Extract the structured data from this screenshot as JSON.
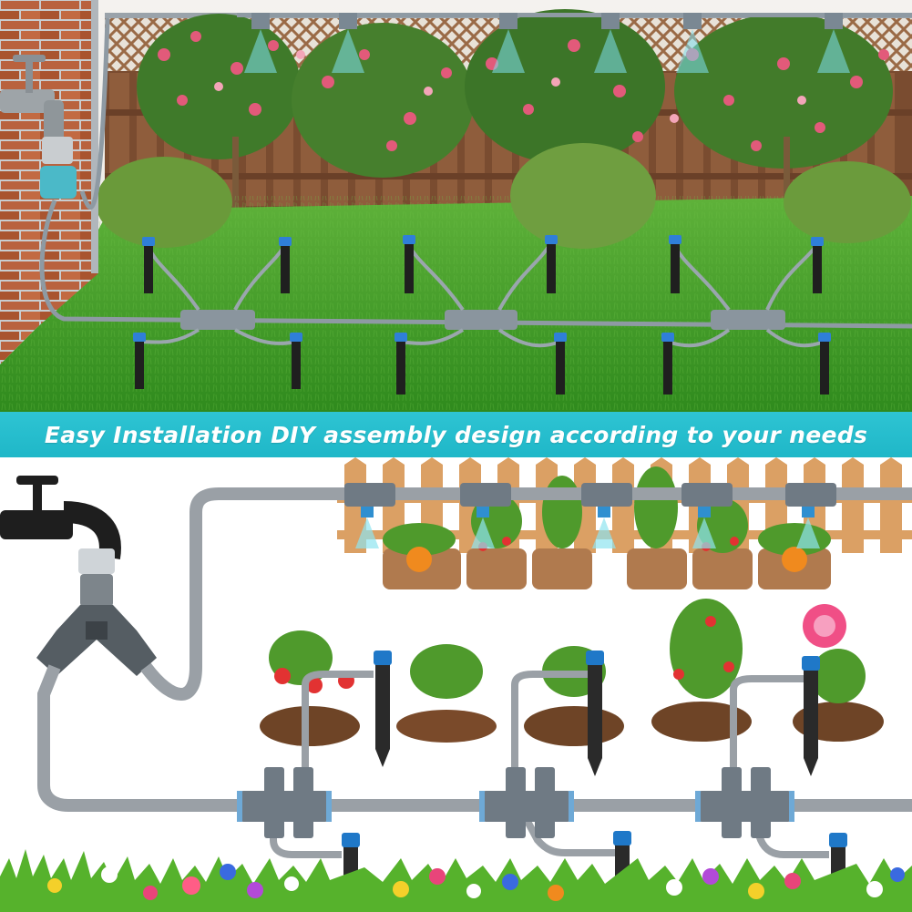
{
  "banner": {
    "text": "Easy Installation DIY assembly design according to your needs",
    "background": "#22bccc",
    "text_color": "#ffffff"
  },
  "top_scene": {
    "description_icons": [
      "brick-wall",
      "faucet-icon",
      "lattice-fence",
      "rose-bush",
      "garden-bed",
      "mist-sprinkler",
      "stake-sprinkler",
      "tee-connector"
    ],
    "colors": {
      "grass": "#3f9a25",
      "fence": "#8a5a3a",
      "brick": "#b9623e",
      "hose": "#8e9aa3",
      "sprinkler_cap": "#2f7fd8"
    }
  },
  "bottom_scene": {
    "colors": {
      "pipe": "#9aa0a6",
      "fitting": "#6f7a84",
      "stake": "#2a2a2a",
      "fence": "#dba064",
      "soil": "#7a4a2a"
    }
  }
}
